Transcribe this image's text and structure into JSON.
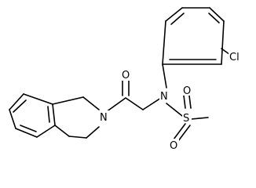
{
  "molecule": {
    "atoms": {
      "n_ring": "N",
      "o_carbonyl": "O",
      "n_center": "N",
      "cl": "Cl",
      "s": "S",
      "o_s_top": "O",
      "o_s_bottom": "O"
    }
  }
}
